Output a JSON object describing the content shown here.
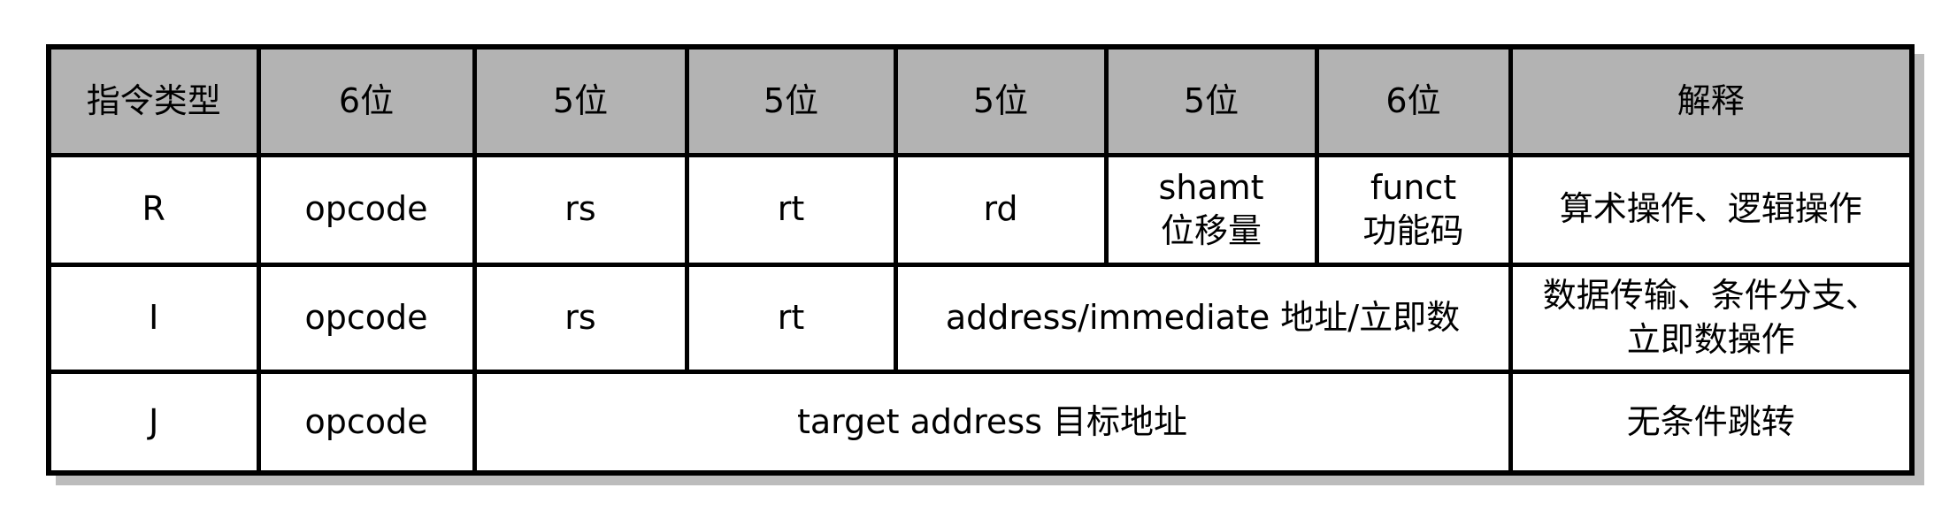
{
  "colors": {
    "header_background": "#b3b3b3",
    "border": "#000000",
    "shadow": "#bcbcbc",
    "cell_background": "#ffffff",
    "text": "#000000"
  },
  "table": {
    "header": {
      "cells": [
        "指令类型",
        "6位",
        "5位",
        "5位",
        "5位",
        "5位",
        "6位",
        "解释"
      ]
    },
    "row_r": {
      "type": "R",
      "opcode": "opcode",
      "rs": "rs",
      "rt": "rt",
      "rd": "rd",
      "shamt": "shamt\n位移量",
      "funct": "funct\n功能码",
      "explanation": "算术操作、逻辑操作"
    },
    "row_i": {
      "type": "I",
      "opcode": "opcode",
      "rs": "rs",
      "rt": "rt",
      "address_immediate": "address/immediate 地址/立即数",
      "explanation": "数据传输、条件分支、\n立即数操作"
    },
    "row_j": {
      "type": "J",
      "opcode": "opcode",
      "target_address": "target address 目标地址",
      "explanation": "无条件跳转"
    }
  }
}
